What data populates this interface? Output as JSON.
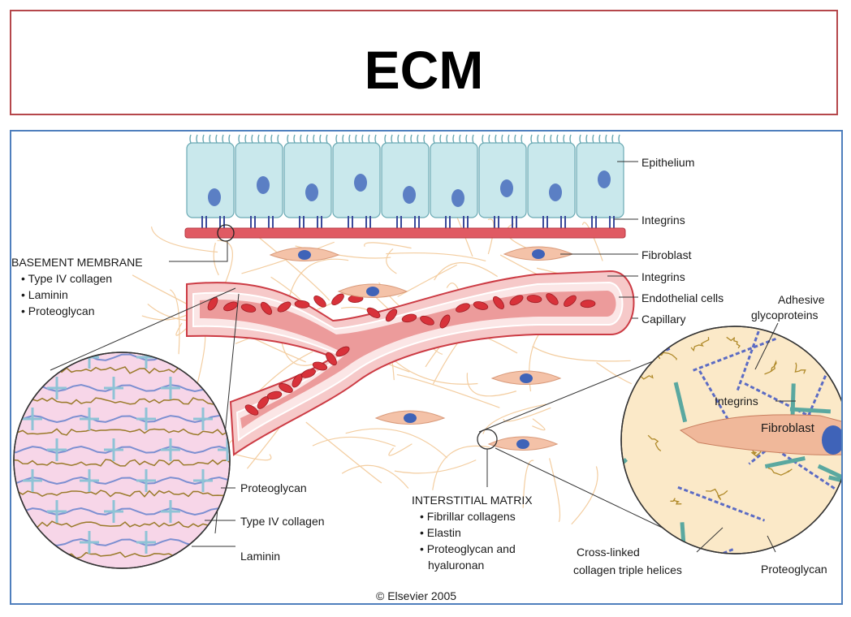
{
  "slide": {
    "title": "ECM"
  },
  "figure": {
    "labels": {
      "epithelium": "Epithelium",
      "integrins_top": "Integrins",
      "fibroblast": "Fibroblast",
      "integrins_mid": "Integrins",
      "endothelial": "Endothelial cells",
      "capillary": "Capillary",
      "adhesive1": "Adhesive",
      "adhesive2": "glycoproteins",
      "integrins_circle": "Integrins",
      "fibroblast_circle": "Fibroblast",
      "proteoglycan_right": "Proteoglycan",
      "crosslinked1": "Cross-linked",
      "crosslinked2": "collagen triple helices",
      "proteoglycan_left": "Proteoglycan",
      "type4_left": "Type IV collagen",
      "laminin_left": "Laminin",
      "copyright": "© Elsevier 2005"
    },
    "basement_membrane": {
      "heading": "BASEMENT MEMBRANE",
      "items": [
        "• Type IV collagen",
        "• Laminin",
        "• Proteoglycan"
      ]
    },
    "interstitial_matrix": {
      "heading": "INTERSTITIAL MATRIX",
      "items": [
        "• Fibrillar collagens",
        "• Elastin",
        "• Proteoglycan and",
        "hyaluronan"
      ]
    }
  },
  "colors": {
    "title_border": "#b5474b",
    "figure_border": "#4f7fbd",
    "epithelium": "#c9e8ec",
    "nucleus": "#5b7fc4",
    "membrane": "#e05a63",
    "vessel_wall": "#f2b8b8",
    "blood_cell": "#d8323a",
    "matrix_fiber": "#f2c896"
  }
}
